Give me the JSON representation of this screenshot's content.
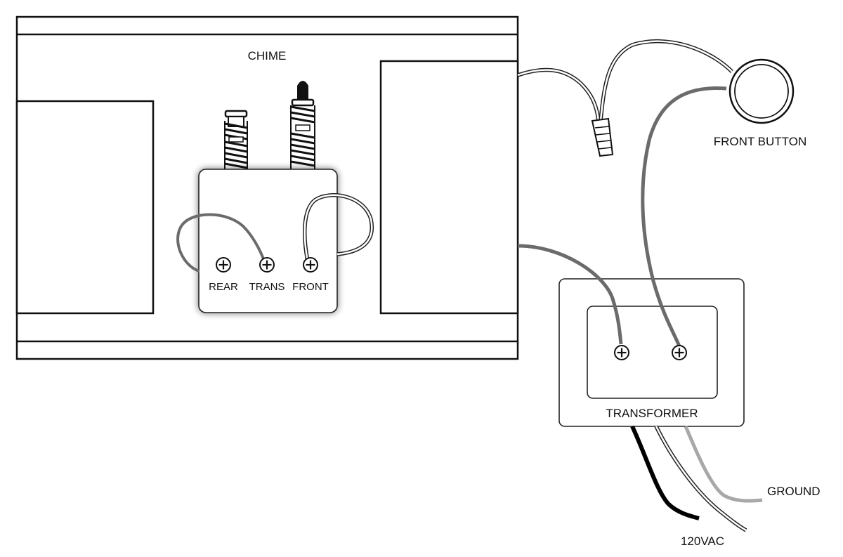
{
  "labels": {
    "chime": "CHIME",
    "front_button": "FRONT  BUTTON",
    "rear": "REAR",
    "trans": "TRANS",
    "front": "FRONT",
    "transformer": "TRANSFORMER",
    "ground": "GROUND",
    "vac": "120VAC"
  },
  "colors": {
    "outline": "#111111",
    "wire_gray": "#6b6b6b",
    "wire_light_gray": "#a8a8a8",
    "wire_black": "#000000",
    "wire_white": "#ffffff"
  }
}
